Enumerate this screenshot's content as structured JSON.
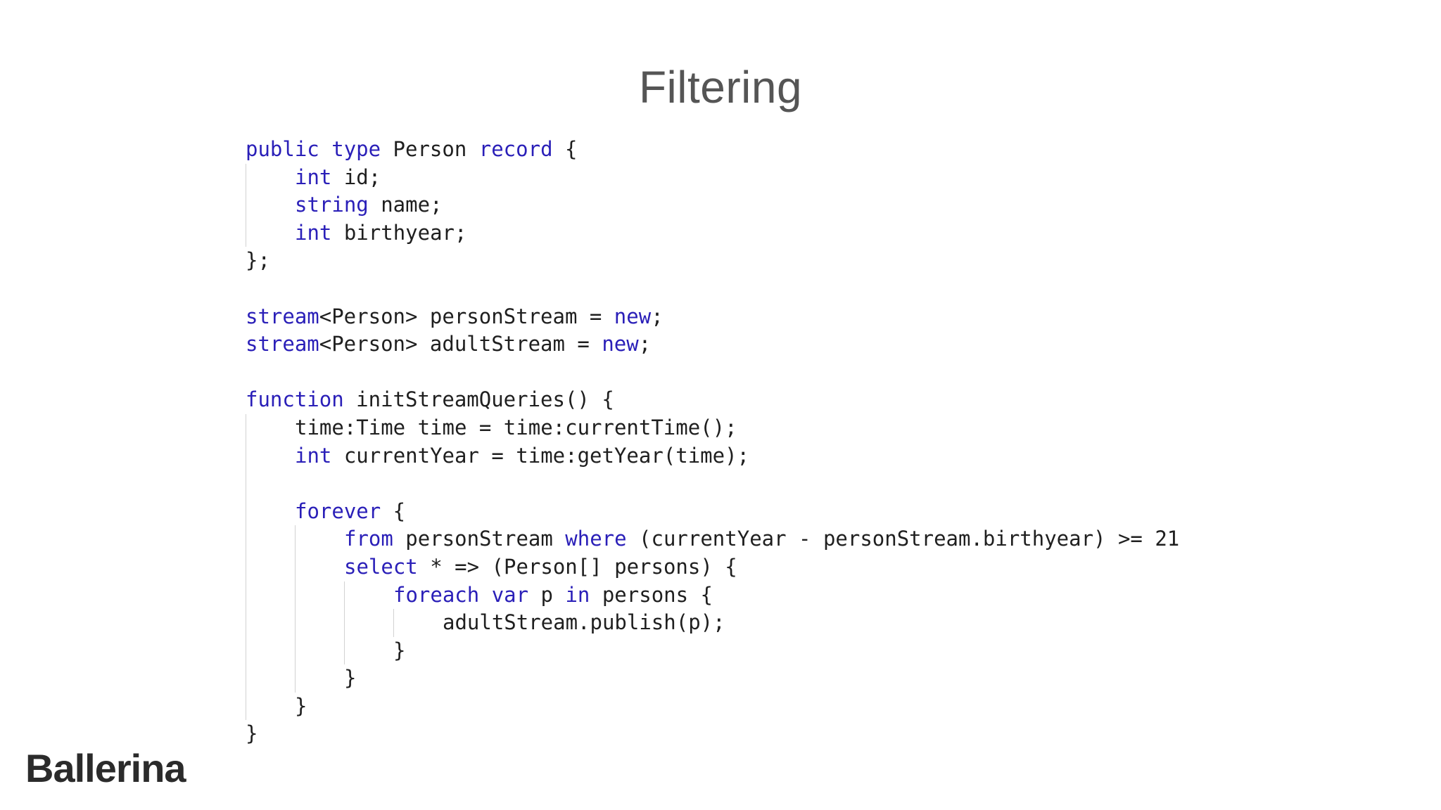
{
  "slide": {
    "title": "Filtering"
  },
  "logo": {
    "text": "Ballerina"
  },
  "colors": {
    "keyword": "#2a1fb8",
    "text": "#1f1f1f",
    "title": "#555555",
    "indent_guide": "#d2d2d2"
  },
  "code": {
    "lines": [
      {
        "indent": 0,
        "tokens": [
          {
            "t": "public",
            "k": 1
          },
          {
            "t": " "
          },
          {
            "t": "type",
            "k": 1
          },
          {
            "t": " Person "
          },
          {
            "t": "record",
            "k": 1
          },
          {
            "t": " {"
          }
        ]
      },
      {
        "indent": 1,
        "tokens": [
          {
            "t": "int",
            "k": 1
          },
          {
            "t": " id;"
          }
        ]
      },
      {
        "indent": 1,
        "tokens": [
          {
            "t": "string",
            "k": 1
          },
          {
            "t": " name;"
          }
        ]
      },
      {
        "indent": 1,
        "tokens": [
          {
            "t": "int",
            "k": 1
          },
          {
            "t": " birthyear;"
          }
        ]
      },
      {
        "indent": 0,
        "tokens": [
          {
            "t": "};"
          }
        ]
      },
      {
        "indent": 0,
        "tokens": []
      },
      {
        "indent": 0,
        "tokens": [
          {
            "t": "stream",
            "k": 1
          },
          {
            "t": "<Person> personStream = "
          },
          {
            "t": "new",
            "k": 1
          },
          {
            "t": ";"
          }
        ]
      },
      {
        "indent": 0,
        "tokens": [
          {
            "t": "stream",
            "k": 1
          },
          {
            "t": "<Person> adultStream = "
          },
          {
            "t": "new",
            "k": 1
          },
          {
            "t": ";"
          }
        ]
      },
      {
        "indent": 0,
        "tokens": []
      },
      {
        "indent": 0,
        "tokens": [
          {
            "t": "function",
            "k": 1
          },
          {
            "t": " initStreamQueries() {"
          }
        ]
      },
      {
        "indent": 1,
        "tokens": [
          {
            "t": "time:Time time = time:currentTime();"
          }
        ]
      },
      {
        "indent": 1,
        "tokens": [
          {
            "t": "int",
            "k": 1
          },
          {
            "t": " currentYear = time:getYear(time);"
          }
        ]
      },
      {
        "indent": 1,
        "tokens": []
      },
      {
        "indent": 1,
        "tokens": [
          {
            "t": "forever",
            "k": 1
          },
          {
            "t": " {"
          }
        ]
      },
      {
        "indent": 2,
        "tokens": [
          {
            "t": "from",
            "k": 1
          },
          {
            "t": " personStream "
          },
          {
            "t": "where",
            "k": 1
          },
          {
            "t": " (currentYear - personStream.birthyear) >= 21"
          }
        ]
      },
      {
        "indent": 2,
        "tokens": [
          {
            "t": "select",
            "k": 1
          },
          {
            "t": " * => (Person[] persons) {"
          }
        ]
      },
      {
        "indent": 3,
        "tokens": [
          {
            "t": "foreach",
            "k": 1
          },
          {
            "t": " "
          },
          {
            "t": "var",
            "k": 1
          },
          {
            "t": " p "
          },
          {
            "t": "in",
            "k": 1
          },
          {
            "t": " persons {"
          }
        ]
      },
      {
        "indent": 4,
        "tokens": [
          {
            "t": "adultStream.publish(p);"
          }
        ]
      },
      {
        "indent": 3,
        "tokens": [
          {
            "t": "}"
          }
        ]
      },
      {
        "indent": 2,
        "tokens": [
          {
            "t": "}"
          }
        ]
      },
      {
        "indent": 1,
        "tokens": [
          {
            "t": "}"
          }
        ]
      },
      {
        "indent": 0,
        "tokens": [
          {
            "t": "}"
          }
        ]
      }
    ]
  }
}
